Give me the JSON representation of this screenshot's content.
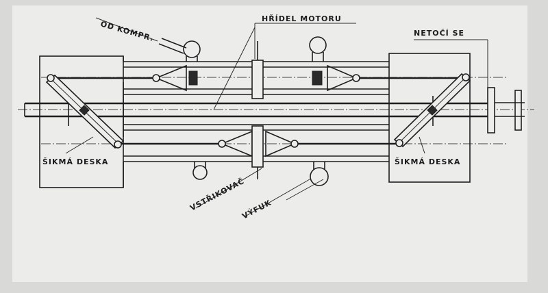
{
  "labels": {
    "compressor": "OD KOMPR.",
    "shaft": "HŘÍDEL MOTORU",
    "stationary": "NETOČÍ SE",
    "swashplate_left": "ŠIKMÁ DESKA",
    "swashplate_right": "ŠIKMÁ DESKA",
    "injector": "VSTŘIKOVAČ",
    "exhaust": "VÝFUK"
  }
}
